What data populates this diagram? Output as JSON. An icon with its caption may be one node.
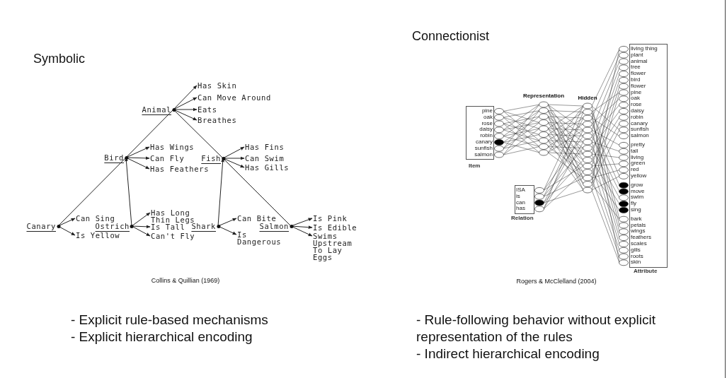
{
  "diagram": {
    "nodes": [
      {
        "text": [
          "Animal"
        ]
      },
      {
        "text": [
          "Has Skin"
        ]
      },
      {
        "text": [
          "Can Move Around"
        ]
      },
      {
        "text": [
          "Eats"
        ]
      },
      {
        "text": [
          "Breathes"
        ]
      },
      {
        "text": [
          "Bird"
        ]
      },
      {
        "text": [
          "Has Wings"
        ]
      },
      {
        "text": [
          "Can Fly"
        ]
      },
      {
        "text": [
          "Has Feathers"
        ]
      },
      {
        "text": [
          "Fish"
        ]
      },
      {
        "text": [
          "Has Fins"
        ]
      },
      {
        "text": [
          "Can Swim"
        ]
      },
      {
        "text": [
          "Has Gills"
        ]
      },
      {
        "text": [
          "Canary"
        ]
      },
      {
        "text": [
          "Can Sing"
        ]
      },
      {
        "text": [
          "Is Yellow"
        ]
      },
      {
        "text": [
          "Ostrich"
        ]
      },
      {
        "text": [
          "Has Long Thin Legs"
        ]
      },
      {
        "text": [
          "Is Tall"
        ]
      },
      {
        "text": [
          "Can't Fly"
        ]
      },
      {
        "text": [
          "Shark"
        ]
      },
      {
        "text": [
          "Can Bite"
        ]
      },
      {
        "text": [
          "Is Dangerous"
        ]
      },
      {
        "text": [
          "Salmon"
        ]
      },
      {
        "text": [
          "Is Pink"
        ]
      },
      {
        "text": [
          "Is Edible"
        ]
      },
      {
        "text": [
          "Swims Upstream To Lay Eggs"
        ]
      },
      {
        "text": [
          "pine",
          "oak",
          "rose",
          "daisy",
          "robin",
          "canary",
          "sunfish",
          "salmon"
        ],
        "beside": [
          "Item"
        ]
      },
      {
        "text": [
          "ISA",
          "is",
          "can",
          "has"
        ],
        "beside": [
          "Relation"
        ]
      },
      {
        "text": [
          "living thing",
          "plant",
          "animal",
          "tree",
          "flower",
          "bird",
          "flower",
          "pine",
          "oak",
          "rose",
          "daisy",
          "robin",
          "canary",
          "sunfish",
          "salmon",
          "pretty",
          "tall",
          "living",
          "green",
          "red",
          "yellow",
          "grow",
          "move",
          "swim",
          "fly",
          "sing",
          "bark",
          "petals",
          "wings",
          "feathers",
          "scales",
          "gills",
          "roots",
          "skin"
        ],
        "beside": [
          "Attribute"
        ]
      }
    ],
    "edges": [
      {
        "from": 0,
        "to": 1,
        "arrow": "to"
      },
      {
        "from": 0,
        "to": 2,
        "arrow": "to"
      },
      {
        "from": 0,
        "to": 3,
        "arrow": "to"
      },
      {
        "from": 0,
        "to": 4,
        "arrow": "to"
      },
      {
        "from": 5,
        "to": 0,
        "arrow": "none"
      },
      {
        "from": 5,
        "to": 6,
        "arrow": "to"
      },
      {
        "from": 5,
        "to": 7,
        "arrow": "to"
      },
      {
        "from": 5,
        "to": 8,
        "arrow": "to"
      },
      {
        "from": 9,
        "to": 0,
        "arrow": "none"
      },
      {
        "from": 9,
        "to": 10,
        "arrow": "to"
      },
      {
        "from": 9,
        "to": 11,
        "arrow": "to"
      },
      {
        "from": 9,
        "to": 12,
        "arrow": "to"
      },
      {
        "from": 13,
        "to": 5,
        "arrow": "none"
      },
      {
        "from": 13,
        "to": 14,
        "arrow": "to"
      },
      {
        "from": 13,
        "to": 15,
        "arrow": "to"
      },
      {
        "from": 16,
        "to": 5,
        "arrow": "to"
      },
      {
        "from": 16,
        "to": 17,
        "arrow": "to"
      },
      {
        "from": 16,
        "to": 18,
        "arrow": "to"
      },
      {
        "from": 16,
        "to": 19,
        "arrow": "to"
      },
      {
        "from": 20,
        "to": 9,
        "arrow": "to"
      },
      {
        "from": 20,
        "to": 21,
        "arrow": "to"
      },
      {
        "from": 20,
        "to": 22,
        "arrow": "to"
      },
      {
        "from": 23,
        "to": 9,
        "arrow": "none"
      },
      {
        "from": 23,
        "to": 24,
        "arrow": "to"
      },
      {
        "from": 23,
        "to": 25,
        "arrow": "to"
      },
      {
        "from": 23,
        "to": 26,
        "arrow": "to"
      }
    ],
    "labels": [
      "Symbolic",
      "Connectionist",
      "Representation",
      "Hidden",
      "Collins & Quillian (1969)",
      "Rogers & McClelland (2004)",
      "- Explicit rule-based mechanisms",
      "- Explicit hierarchical encoding",
      "- Rule-following behavior without explicit representation of the rules",
      "- Indirect hierarchical encoding"
    ]
  }
}
